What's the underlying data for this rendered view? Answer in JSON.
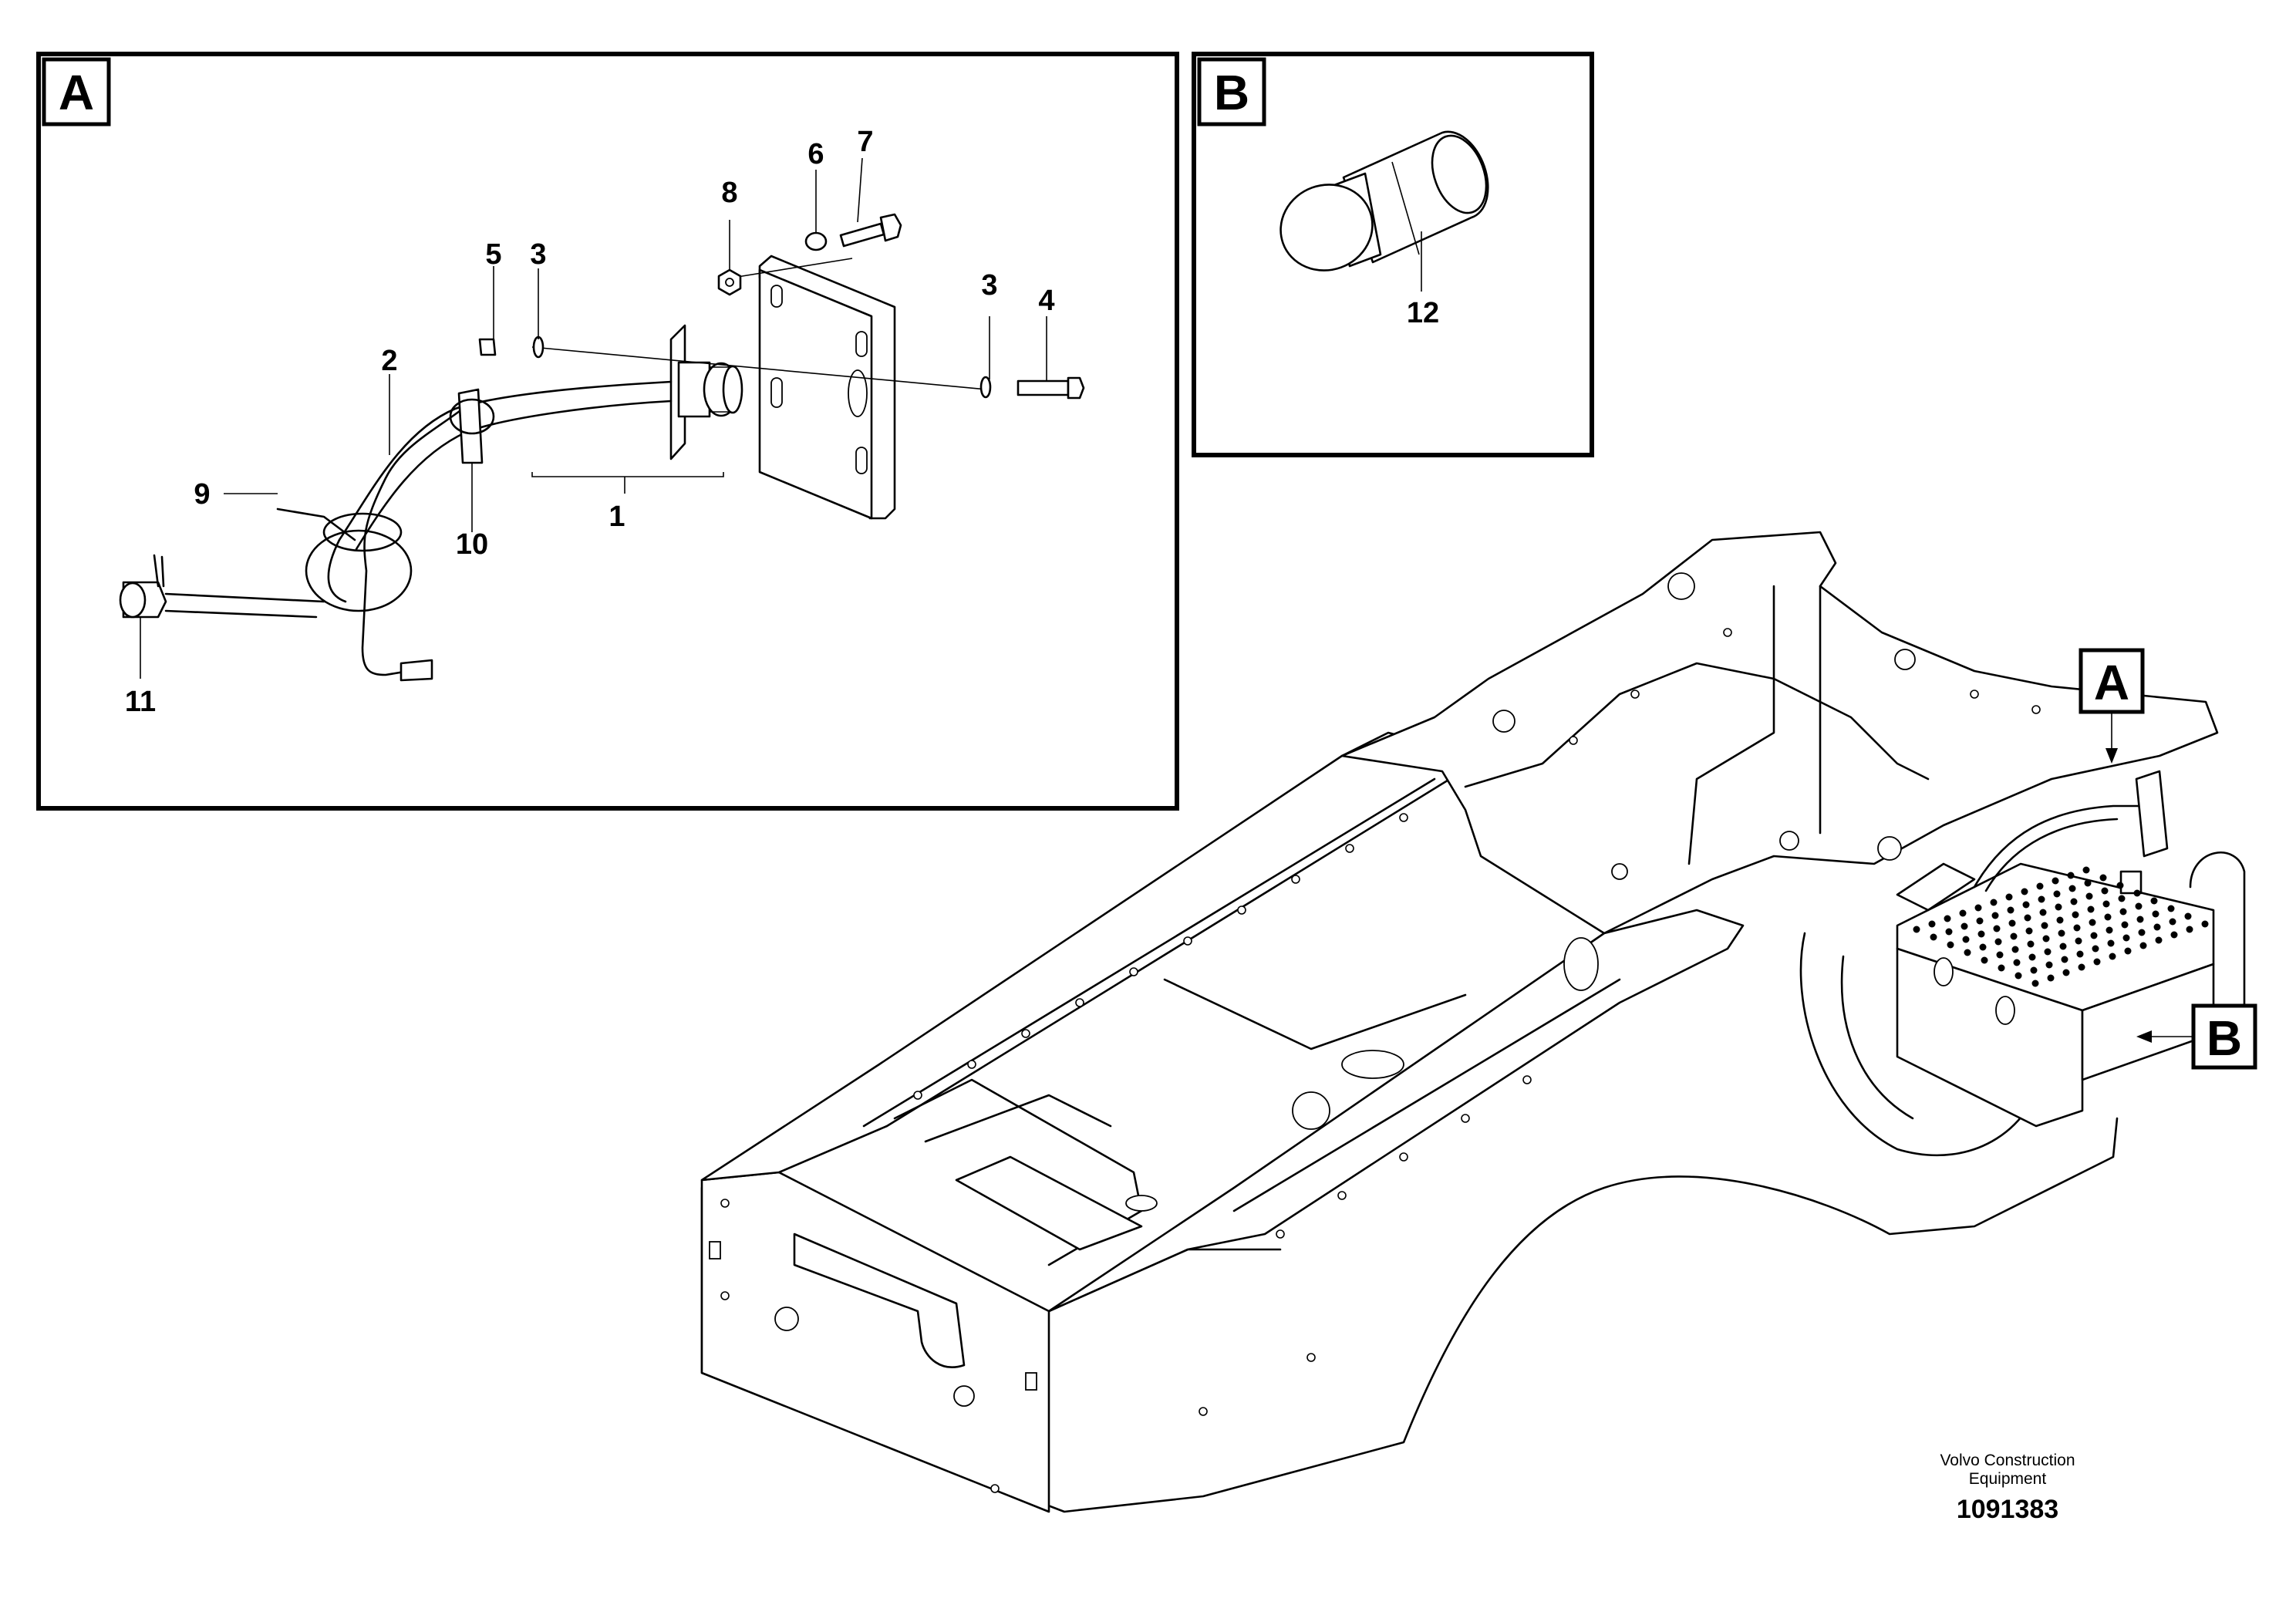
{
  "detail_a": {
    "letter": "A",
    "callouts": {
      "c1": "1",
      "c2": "2",
      "c3a": "3",
      "c3b": "3",
      "c4": "4",
      "c5": "5",
      "c6": "6",
      "c7": "7",
      "c8": "8",
      "c9": "9",
      "c10": "10",
      "c11": "11"
    }
  },
  "detail_b": {
    "letter": "B",
    "callouts": {
      "c12": "12"
    }
  },
  "main_view": {
    "tag_a": "A",
    "tag_b": "B"
  },
  "footer": {
    "company_line1": "Volvo Construction",
    "company_line2": "Equipment",
    "drawing_number": "1091383"
  }
}
